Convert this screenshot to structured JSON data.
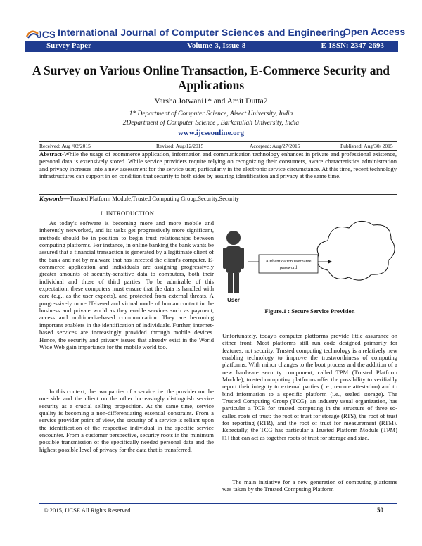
{
  "header": {
    "journal_prefix": "JCSE",
    "journal_name": "International Journal of Computer Sciences and Engineering",
    "open_access": "Open Access",
    "paper_type": "Survey Paper",
    "volume": "Volume-3, Issue-8",
    "issn": "E-ISSN: 2347-2693"
  },
  "paper": {
    "title": "A Survey on Various Online Transaction, E-Commerce Security and Applications",
    "authors": "Varsha Jotwani1* and Amit Dutta2",
    "affiliation_1": "1* Department of Computer Science, Aisect University, India",
    "affiliation_2": "2Department of Computer Science , Barkatullah University, India",
    "website": "www.ijcseonline.org"
  },
  "dates": {
    "received": "Received: Aug /02/2015",
    "revised": "Revised: Aug/12/2015",
    "accepted": "Accepted: Aug/27/2015",
    "published": "Published: Aug/30/ 2015"
  },
  "abstract": {
    "label": "Abstract-",
    "text": "While the usage of ecommerce application, information and communication technology enhances in private and professional existence, personal data is extensively stored. While service providers require relying on recognizing their consumers, aware characteristics administration and privacy increases into a new assessment for the service user, particularly in the electronic service circumstance. At this time, recent technology infrastructures can support in on condition that security to both sides by assuring identification and privacy at the same time."
  },
  "keywords": {
    "label": "Keywords—",
    "text": "Trusted Platform Module,Trusted Computing Group,Security,Security"
  },
  "section": {
    "heading": "I.    INTRODUCTION",
    "left_p1": "As today's software is becoming more and more mobile and inherently networked, and its tasks get progressively more significant, methods should be in position to begin trust relationships between computing platforms. For instance, in online banking the bank wants be assured that a financial transaction is generated by a legitimate client of the bank and not by malware that has infected the client's computer. E-commerce application and individuals are assigning progressively greater amounts of security-sensitive data to computers, both their individual and those of third parties. To be admirable of this expectation, these computers must ensure that the data is handled with care (e.g., as the user expects), and protected from external threats. A progressively more IT-based and virtual mode of human contact in the business and private world as they enable services such as payment, access and multimedia-based communication. They are becoming important enablers in the identification of individuals. Further, internet-based services are increasingly provided through mobile devices. Hence, the security and privacy issues that already exist in the World Wide Web gain importance for the mobile world too.",
    "left_p2": "In this context, the two parties of a service i.e. the provider on the one side and the client on the other increasingly distinguish service security as a crucial selling proposition. At the same time, service quality is becoming a non-differentiating essential constraint. From a service provider point of view, the security of a service is reliant upon the identification of the respective individual in the specific service encounter. From a customer perspective, security roots in the minimum possible transmission of the specifically needed personal data and the highest possible level of privacy for the data that is transferred.",
    "right_p1": "Unfortunately, today's computer platforms provide little assurance on either front. Most platforms still run code designed primarily for features, not security. Trusted computing technology is a relatively new enabling technology to improve the trustworthiness of computing platforms. With minor changes to the boot process and the addition of a new hardware security component, called TPM (Trusted Platform Module), trusted computing platforms offer the possibility to verifiably report their integrity to external parties (i.e., remote attestation) and to bind information to a specific platform (i.e., sealed storage). The Trusted Computing Group (TCG), an industry usual organization, has particular a TCB for trusted computing in the structure of three so-called roots of trust: the root of trust for storage (RTS), the root of trust for reporting (RTR), and the root of trust for measurement (RTM). Especially, the TCG has particular a Trusted Platform Module (TPM) [1] that can act as together roots of trust for storage and size.",
    "right_p2": "The main initiative for a new generation of computing platforms was taken by the Trusted Computing Platform"
  },
  "figure": {
    "box_label_1": "Authentication username",
    "box_label_2": "password",
    "user_label": "User",
    "caption": "Figure.1 : Secure Service Provision"
  },
  "footer": {
    "copyright": "© 2015, IJCSE All Rights Reserved",
    "page": "50"
  },
  "colors": {
    "brand": "#1f3b8f"
  }
}
